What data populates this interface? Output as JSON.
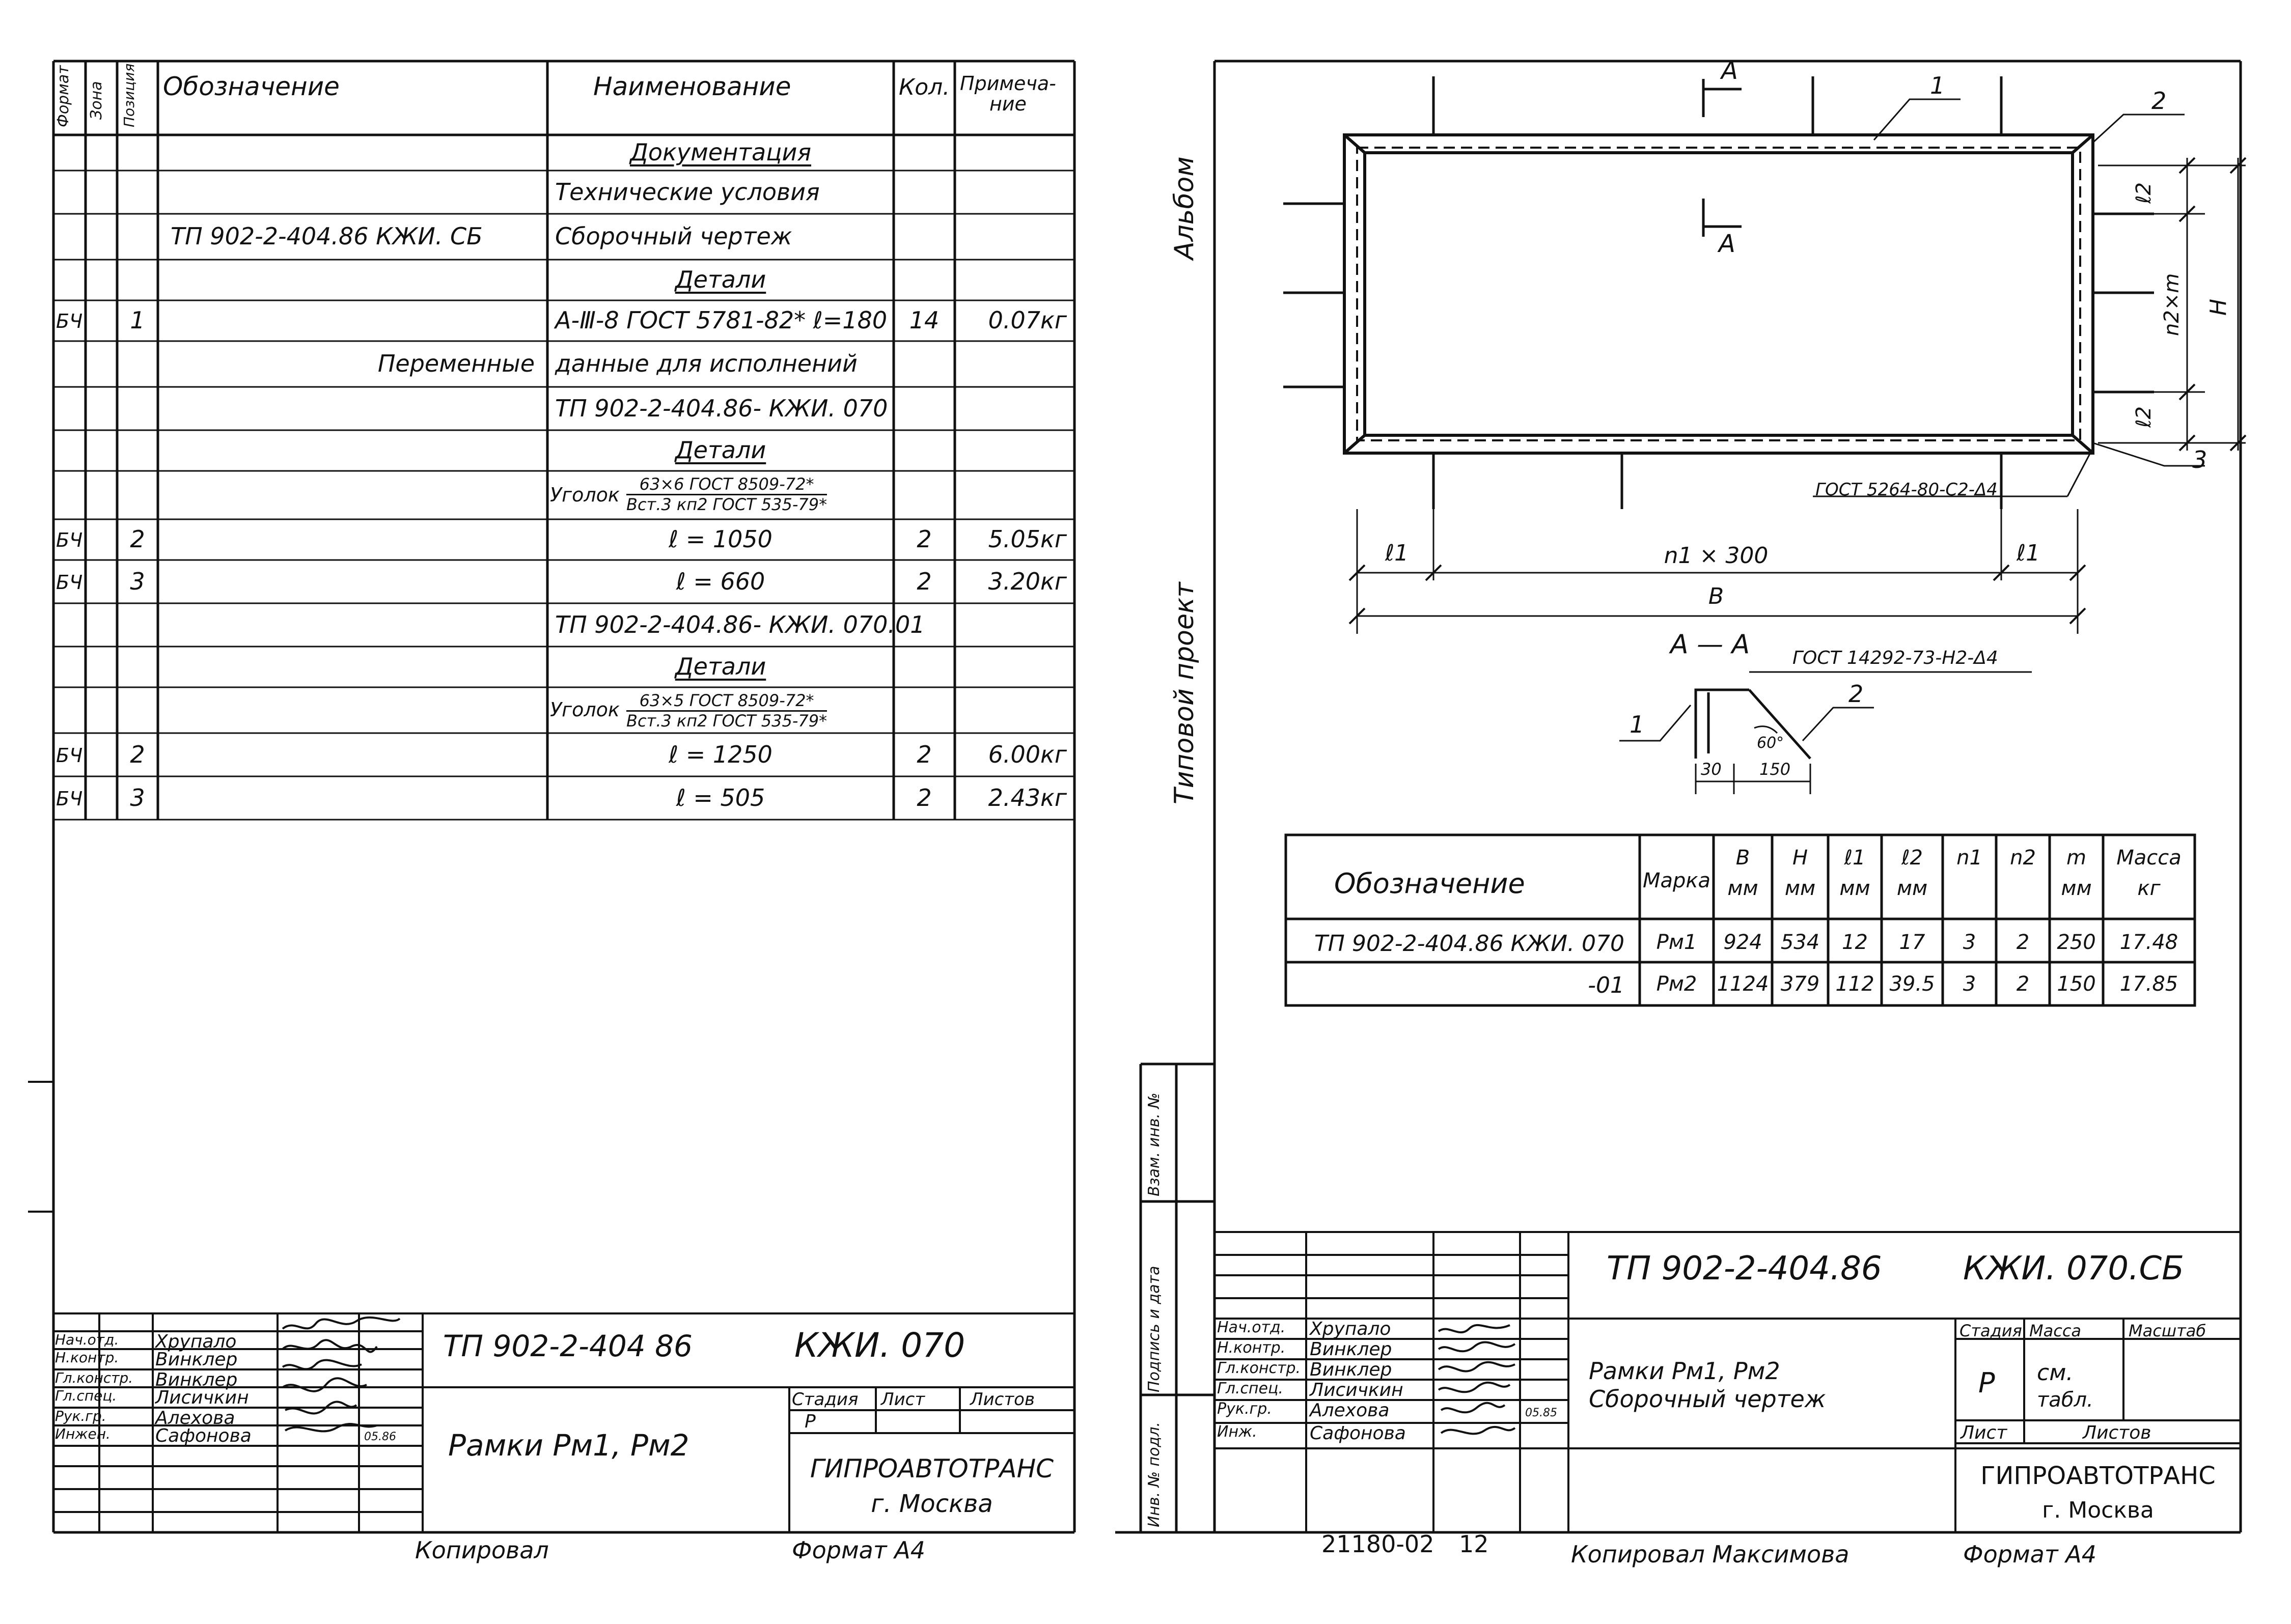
{
  "left_sheet": {
    "headers": {
      "format": "Формат",
      "zone": "Зона",
      "position": "Позиция",
      "designation": "Обозначение",
      "name": "Наименование",
      "qty": "Кол.",
      "note": "Примеча-\nние"
    },
    "rows": [
      {
        "fmt": "",
        "pos": "",
        "designation": "",
        "name": "Документация",
        "qty": "",
        "note": "",
        "underlined": true
      },
      {
        "fmt": "",
        "pos": "",
        "designation": "",
        "name": "Технические условия",
        "qty": "",
        "note": ""
      },
      {
        "fmt": "",
        "pos": "",
        "designation": "ТП 902-2-404.86 КЖИ. СБ",
        "name": "Сборочный чертеж",
        "qty": "",
        "note": ""
      },
      {
        "fmt": "",
        "pos": "",
        "designation": "",
        "name": "Детали",
        "qty": "",
        "note": "",
        "underlined": true
      },
      {
        "fmt": "БЧ",
        "pos": "1",
        "designation": "",
        "name": "А-Ⅲ-8 ГОСТ 5781-82* ℓ=180",
        "qty": "14",
        "note": "0.07кг"
      },
      {
        "fmt": "",
        "pos": "",
        "designation": "Переменные",
        "name": "данные для исполнений",
        "qty": "",
        "note": ""
      },
      {
        "fmt": "",
        "pos": "",
        "designation": "",
        "name": "ТП 902-2-404.86- КЖИ. 070",
        "qty": "",
        "note": ""
      },
      {
        "fmt": "",
        "pos": "",
        "designation": "",
        "name": "Детали",
        "qty": "",
        "note": "",
        "underlined": true
      },
      {
        "fmt": "",
        "pos": "",
        "designation": "",
        "name": "Уголок",
        "qty": "",
        "note": "",
        "frac_top": "63×6 ГОСТ 8509-72*",
        "frac_bottom": "Вст.3 кп2 ГОСТ 535-79*"
      },
      {
        "fmt": "БЧ",
        "pos": "2",
        "designation": "",
        "name": "ℓ = 1050",
        "qty": "2",
        "note": "5.05кг"
      },
      {
        "fmt": "БЧ",
        "pos": "3",
        "designation": "",
        "name": "ℓ = 660",
        "qty": "2",
        "note": "3.20кг"
      },
      {
        "fmt": "",
        "pos": "",
        "designation": "",
        "name": "ТП 902-2-404.86- КЖИ. 070.01",
        "qty": "",
        "note": ""
      },
      {
        "fmt": "",
        "pos": "",
        "designation": "",
        "name": "Детали",
        "qty": "",
        "note": "",
        "underlined": true
      },
      {
        "fmt": "",
        "pos": "",
        "designation": "",
        "name": "Уголок",
        "qty": "",
        "note": "",
        "frac_top": "63×5 ГОСТ 8509-72*",
        "frac_bottom": "Вст.3 кп2 ГОСТ 535-79*"
      },
      {
        "fmt": "БЧ",
        "pos": "2",
        "designation": "",
        "name": "ℓ = 1250",
        "qty": "2",
        "note": "6.00кг"
      },
      {
        "fmt": "БЧ",
        "pos": "3",
        "designation": "",
        "name": "ℓ = 505",
        "qty": "2",
        "note": "2.43кг"
      }
    ],
    "title_block": {
      "code": "ТП 902-2-404 86",
      "mark": "КЖИ. 070",
      "title": "Рамки Рм1, Рм2",
      "stage_label": "Стадия",
      "sheet_label": "Лист",
      "sheets_label": "Листов",
      "stage": "Р",
      "org": "ГИПРОАВТОТРАНС",
      "city": "г. Москва",
      "date_note": "05.86",
      "signers": [
        {
          "role": "Нач.отд.",
          "name": "Хрупало"
        },
        {
          "role": "Н.контр.",
          "name": "Винклер"
        },
        {
          "role": "Гл.констр.",
          "name": "Винклер"
        },
        {
          "role": "Гл.спец.",
          "name": "Лисичкин"
        },
        {
          "role": "Рук.гр.",
          "name": "Алехова"
        },
        {
          "role": "Инжен.",
          "name": "Сафонова"
        }
      ]
    },
    "footer_copied": "Копировал",
    "footer_format": "Формат А4"
  },
  "right_sheet": {
    "side_labels": {
      "album": "Альбом",
      "typical_project": "Типовой проект",
      "inv_orig": "Инв. № подл.",
      "sign_date": "Подпись и дата",
      "inv_repl": "Взам. инв. №"
    },
    "drawing": {
      "section_mark": "А",
      "callout_1": "1",
      "callout_2": "2",
      "callout_3": "3",
      "dim_e2_top": "ℓ2",
      "dim_n2m": "n2×m",
      "dim_H": "Н",
      "dim_e2_bottom": "ℓ2",
      "weld_note": "ГОСТ 5264-80-С2-Δ4",
      "dim_e1_left": "ℓ1",
      "dim_n1": "n1 × 300",
      "dim_e1_right": "ℓ1",
      "dim_B": "В",
      "section_title": "А — А",
      "section_weld": "ГОСТ 14292-73-Н2-Δ4",
      "section_callout_1": "1",
      "section_callout_2": "2",
      "angle": "60°",
      "dim_30": "30",
      "dim_150": "150"
    },
    "params_table": {
      "headers": [
        "Обозначение",
        "Марка",
        "В\nмм",
        "Н\nмм",
        "ℓ1\nмм",
        "ℓ2\nмм",
        "n1",
        "n2",
        "m\nмм",
        "Масса\nкг"
      ],
      "rows": [
        [
          "ТП 902-2-404.86 КЖИ. 070",
          "Рм1",
          "924",
          "534",
          "12",
          "17",
          "3",
          "2",
          "250",
          "17.48"
        ],
        [
          "-01",
          "Рм2",
          "1124",
          "379",
          "112",
          "39.5",
          "3",
          "2",
          "150",
          "17.85"
        ]
      ]
    },
    "title_block": {
      "code": "ТП 902-2-404.86",
      "mark": "КЖИ. 070.СБ",
      "title_line1": "Рамки Рм1, Рм2",
      "title_line2": "Сборочный чертеж",
      "stage_label": "Стадия",
      "mass_label": "Масса",
      "scale_label": "Масштаб",
      "stage": "Р",
      "mass": "см.",
      "mass2": "табл.",
      "sheet_label": "Лист",
      "sheets_label": "Листов",
      "org": "ГИПРОАВТОТРАНС",
      "city": "г. Москва",
      "date_note": "05.85",
      "signers": [
        {
          "role": "Нач.отд.",
          "name": "Хрупало"
        },
        {
          "role": "Н.контр.",
          "name": "Винклер"
        },
        {
          "role": "Гл.констр.",
          "name": "Винклер"
        },
        {
          "role": "Гл.спец.",
          "name": "Лисичкин"
        },
        {
          "role": "Рук.гр.",
          "name": "Алехова"
        },
        {
          "role": "Инж.",
          "name": "Сафонова"
        }
      ]
    },
    "footer_number": "21180-02",
    "footer_page": "12",
    "footer_copied": "Копировал Максимова",
    "footer_format": "Формат А4"
  }
}
